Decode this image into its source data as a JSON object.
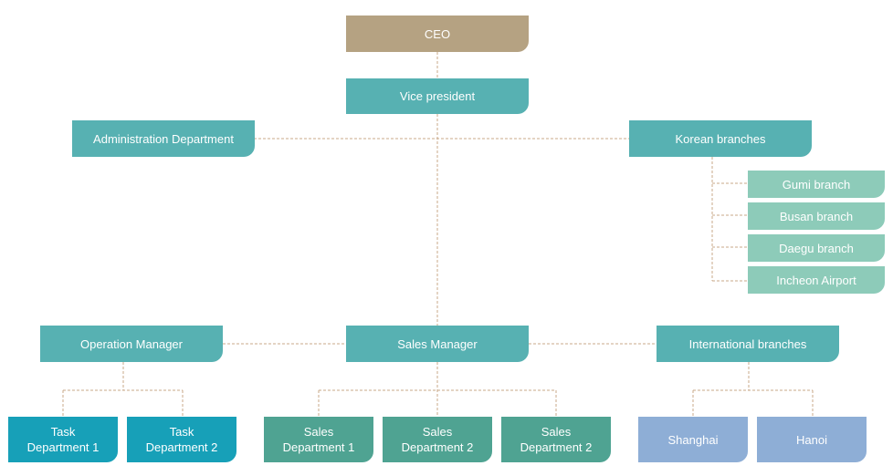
{
  "colors": {
    "ceo": "#b5a282",
    "management": "#57b1b2",
    "korean_branch_items": "#8dcbb9",
    "task_departments": "#17a0b8",
    "sales_departments": "#4fa392",
    "international_cities": "#8eaed6",
    "connector": "#c9a98a"
  },
  "nodes": {
    "ceo": "CEO",
    "vice_president": "Vice president",
    "administration": "Administration Department",
    "korean_branches": "Korean branches",
    "gumi": "Gumi branch",
    "busan": "Busan branch",
    "daegu": "Daegu branch",
    "incheon": "Incheon Airport",
    "operation_manager": "Operation Manager",
    "sales_manager": "Sales Manager",
    "international_branches": "International branches",
    "task_dept_1": [
      "Task",
      "Department 1"
    ],
    "task_dept_2": [
      "Task",
      "Department 2"
    ],
    "sales_dept_1": [
      "Sales",
      "Department 1"
    ],
    "sales_dept_2": [
      "Sales",
      "Department 2"
    ],
    "sales_dept_3": [
      "Sales",
      "Department 2"
    ],
    "shanghai": "Shanghai",
    "hanoi": "Hanoi"
  }
}
